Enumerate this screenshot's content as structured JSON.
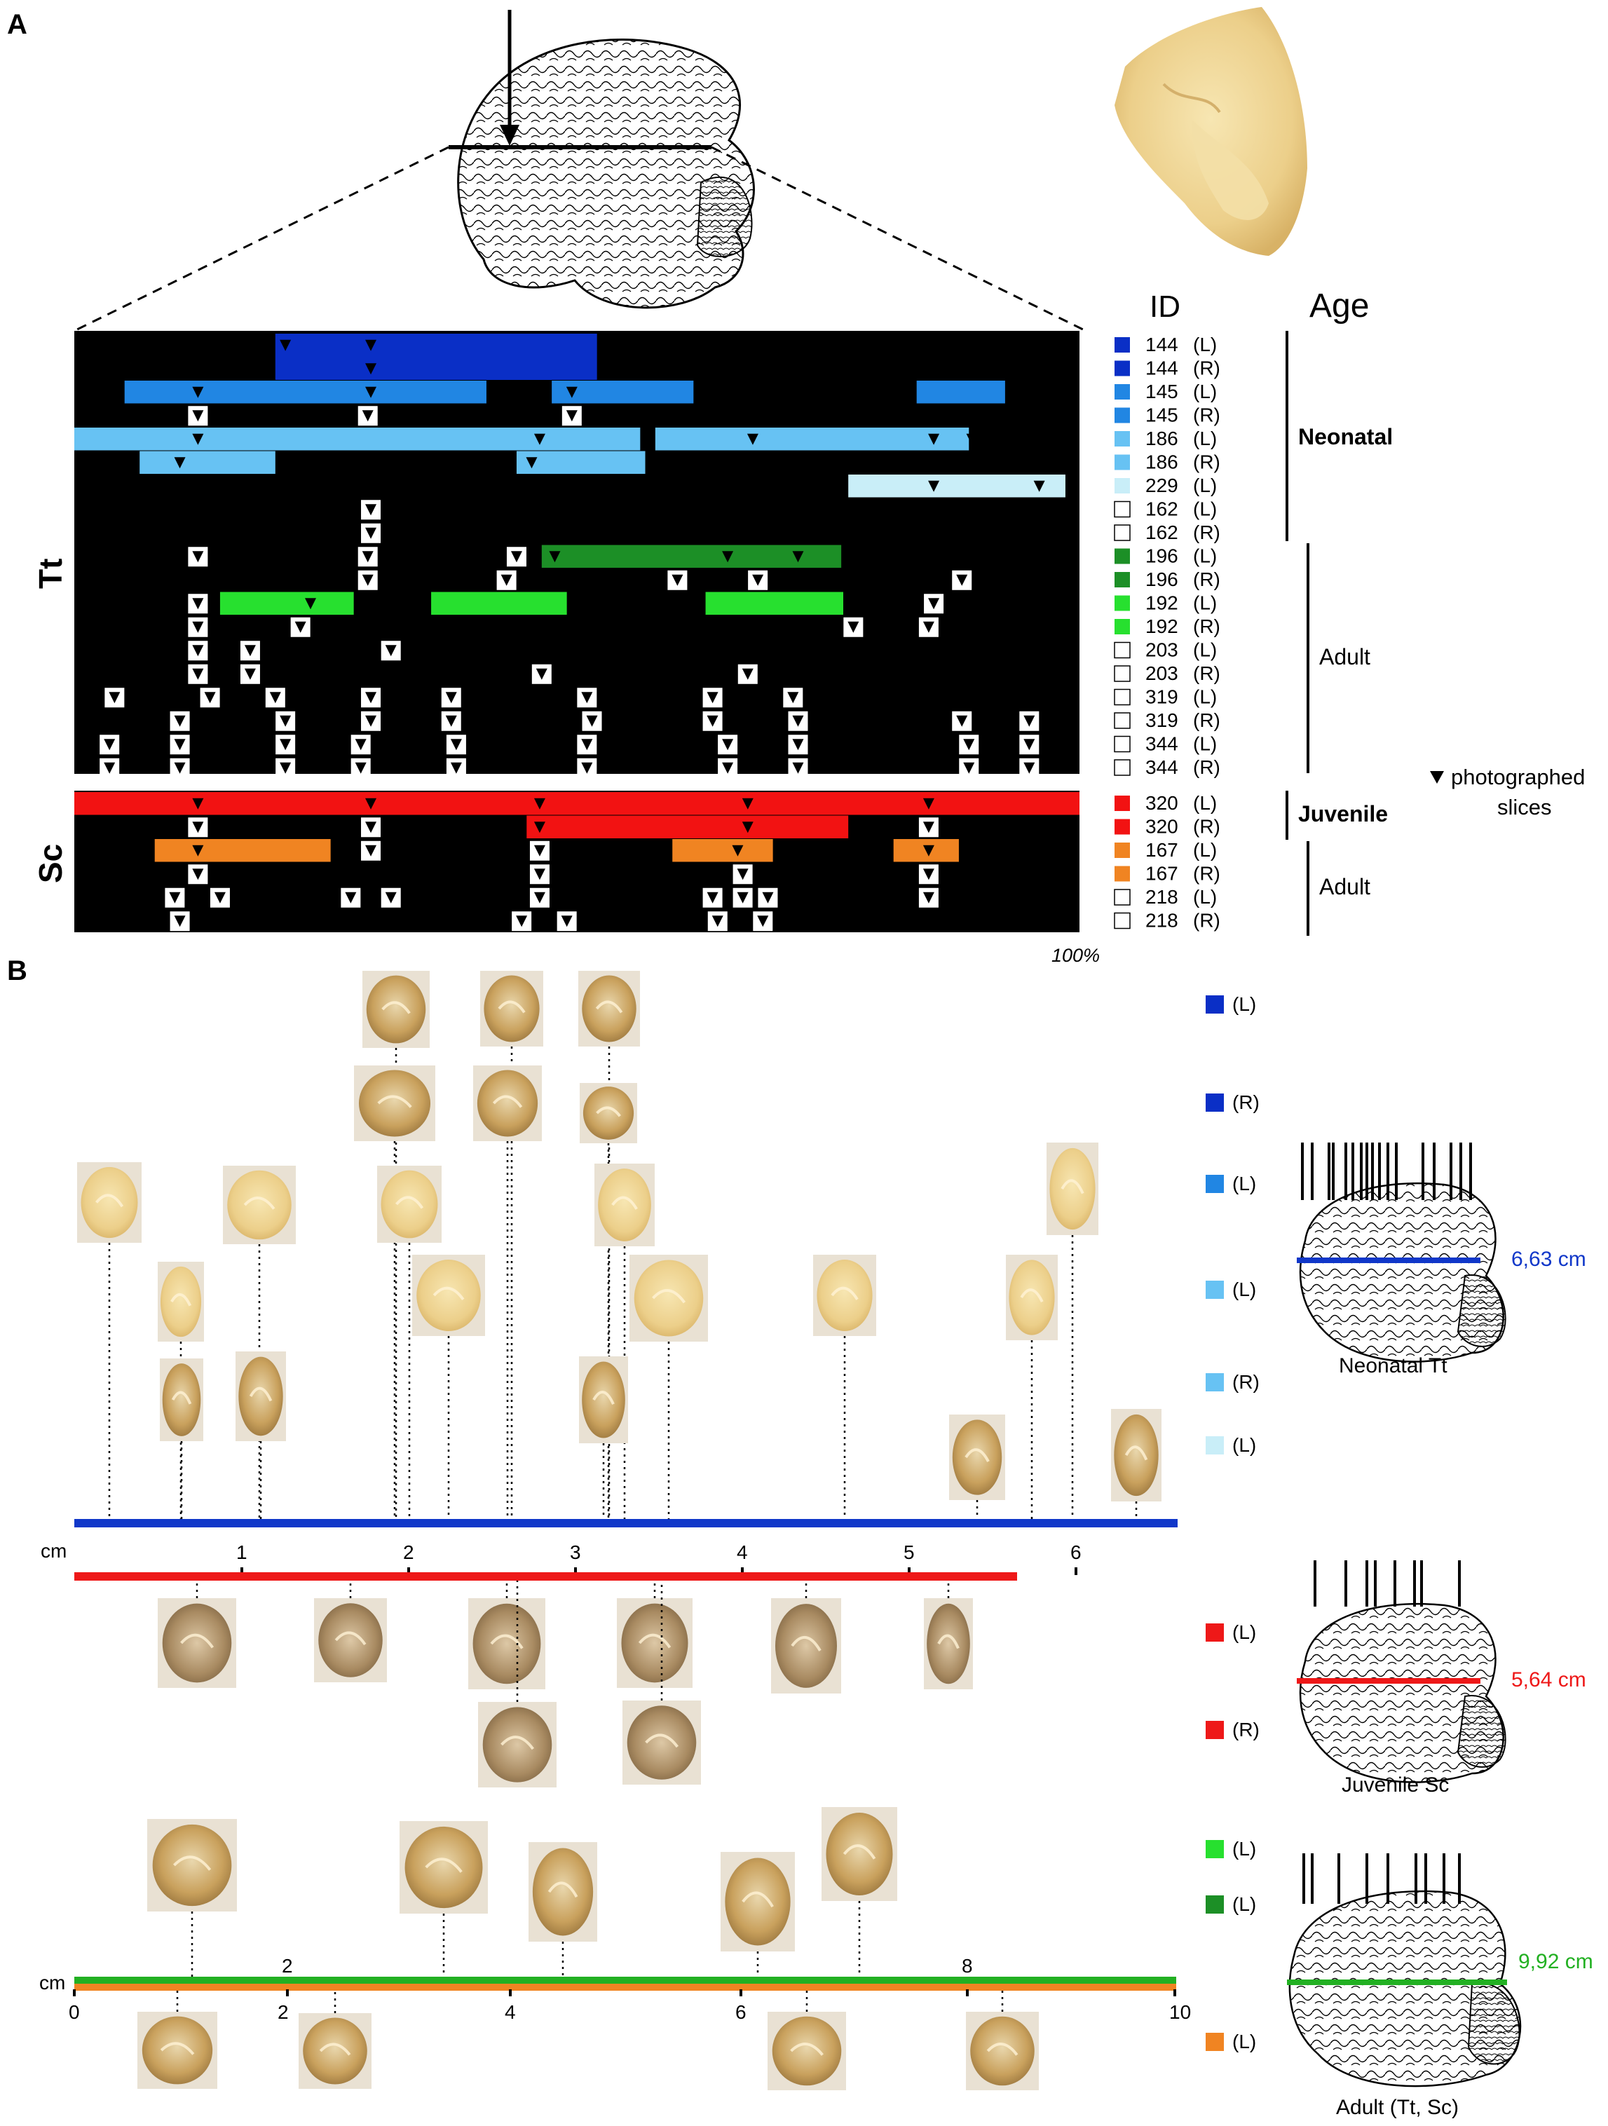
{
  "panelA": {
    "letter": "A",
    "id_header": "ID",
    "age_header": "Age",
    "percent_label": "100%",
    "legend": "photographed slices",
    "species": [
      "Tt",
      "Sc"
    ],
    "rows_tt": [
      {
        "id": "144",
        "side": "(L)",
        "color": "#0a2fc6"
      },
      {
        "id": "144",
        "side": "(R)",
        "color": "#0a2fc6"
      },
      {
        "id": "145",
        "side": "(L)",
        "color": "#2186e3"
      },
      {
        "id": "145",
        "side": "(R)",
        "color": "#2186e3"
      },
      {
        "id": "186",
        "side": "(L)",
        "color": "#67c2f3"
      },
      {
        "id": "186",
        "side": "(R)",
        "color": "#67c2f3"
      },
      {
        "id": "229",
        "side": "(L)",
        "color": "#c9eef8"
      },
      {
        "id": "162",
        "side": "(L)",
        "color": "none"
      },
      {
        "id": "162",
        "side": "(R)",
        "color": "none"
      },
      {
        "id": "196",
        "side": "(L)",
        "color": "#1c8f26"
      },
      {
        "id": "196",
        "side": "(R)",
        "color": "#1c8f26"
      },
      {
        "id": "192",
        "side": "(L)",
        "color": "#27e02f"
      },
      {
        "id": "192",
        "side": "(R)",
        "color": "#27e02f"
      },
      {
        "id": "203",
        "side": "(L)",
        "color": "none"
      },
      {
        "id": "203",
        "side": "(R)",
        "color": "none"
      },
      {
        "id": "319",
        "side": "(L)",
        "color": "none"
      },
      {
        "id": "319",
        "side": "(R)",
        "color": "none"
      },
      {
        "id": "344",
        "side": "(L)",
        "color": "none"
      },
      {
        "id": "344",
        "side": "(R)",
        "color": "none"
      }
    ],
    "rows_sc": [
      {
        "id": "320",
        "side": "(L)",
        "color": "#f21212"
      },
      {
        "id": "320",
        "side": "(R)",
        "color": "#f21212"
      },
      {
        "id": "167",
        "side": "(L)",
        "color": "#f08422"
      },
      {
        "id": "167",
        "side": "(R)",
        "color": "#f08422"
      },
      {
        "id": "218",
        "side": "(L)",
        "color": "none"
      },
      {
        "id": "218",
        "side": "(R)",
        "color": "none"
      }
    ],
    "age_groups": [
      "Neonatal",
      "Adult",
      "Juvenile",
      "Adult"
    ]
  },
  "panelB": {
    "letter": "B",
    "unit": "cm",
    "top_ticks": [
      "1",
      "2",
      "3",
      "4",
      "5",
      "6"
    ],
    "bottom_ticks_top": [
      "2",
      "8"
    ],
    "bottom_ticks": [
      "0",
      "2",
      "4",
      "6",
      "10"
    ],
    "neonatal": {
      "length": "6,63 cm",
      "label": "Neonatal Tt",
      "color": "#1037c9"
    },
    "juvenile": {
      "length": "5,64 cm",
      "label": "Juvenile Sc",
      "color": "#ee1818"
    },
    "adult": {
      "length": "9,92 cm",
      "label": "Adult (Tt, Sc)",
      "color": "#22b022"
    },
    "legend_items": [
      {
        "side": "(L)",
        "color": "#0a2fc6"
      },
      {
        "side": "(R)",
        "color": "#0a2fc6"
      },
      {
        "side": "(L)",
        "color": "#2186e3"
      },
      {
        "side": "(L)",
        "color": "#67c2f3"
      },
      {
        "side": "(R)",
        "color": "#67c2f3"
      },
      {
        "side": "(L)",
        "color": "#c9eef8"
      },
      {
        "side": "(L)",
        "color": "#ee1818"
      },
      {
        "side": "(R)",
        "color": "#ee1818"
      },
      {
        "side": "(L)",
        "color": "#27e02f"
      },
      {
        "side": "(L)",
        "color": "#1c8f26"
      },
      {
        "side": "(L)",
        "color": "#f08422"
      }
    ]
  }
}
